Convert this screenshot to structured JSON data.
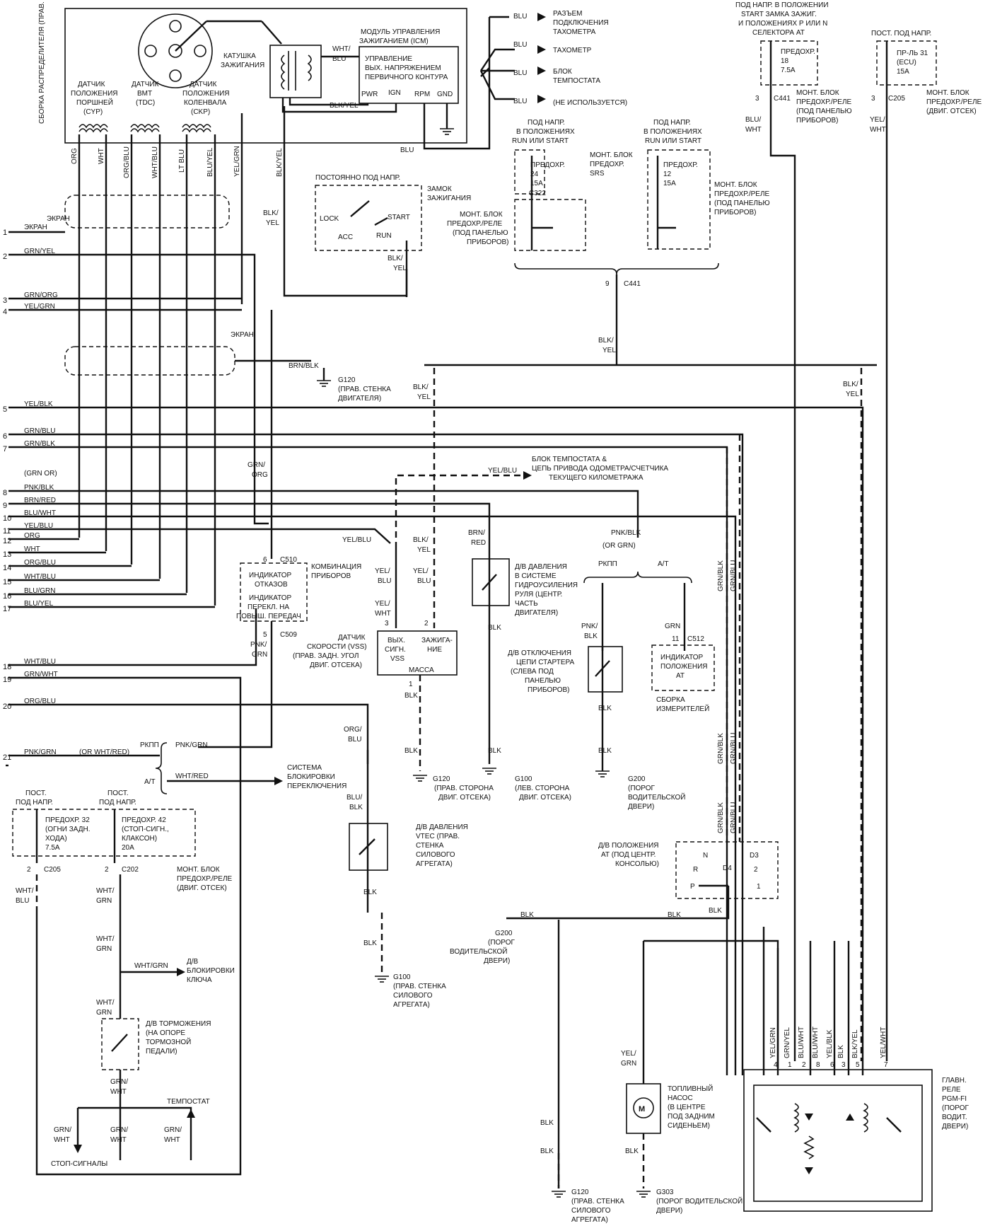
{
  "connectors": {
    "icm_module": "МОДУЛЬ УПРАВЛЕНИЯ ЗАЖИГАНИЕМ (ICM)",
    "icm_text": "УПРАВЛЕНИЕ ВЫХ. НАПРЯЖЕНИЕМ ПЕРВИЧНОГО КОНТУРА",
    "icm_pins": [
      "PWR",
      "IGN",
      "RPM",
      "GND"
    ],
    "distributor": "СБОРКА РАСПРЕДЕЛИТЕЛЯ (ПРАВ. СТЕНКА СИЛОВОГО АГРЕГАТА)",
    "coil": "КАТУШКА ЗАЖИГАНИЯ",
    "sensor_cyp": "ДАТЧИК ПОЛОЖЕНИЯ ПОРШНЕЙ (CYP)",
    "sensor_tdc": "ДАТЧИК ВМТ (TDC)",
    "sensor_ckp": "ДАТЧИК ПОЛОЖЕНИЯ КОЛЕНВАЛА (CKP)"
  },
  "left_pins": [
    {
      "num": "1",
      "label": "ЭКРАН"
    },
    {
      "num": "2",
      "label": "GRN/YEL"
    },
    {
      "num": "3",
      "label": "GRN/ORG"
    },
    {
      "num": "4",
      "label": "YEL/GRN"
    },
    {
      "num": "5",
      "label": "YEL/BLK"
    },
    {
      "num": "6",
      "label": "GRN/BLU"
    },
    {
      "num": "7",
      "label": "GRN/BLK"
    },
    {
      "num": "8",
      "label": "PNK/BLK"
    },
    {
      "num": "9",
      "label": "BRN/RED"
    },
    {
      "num": "10",
      "label": "BLU/WHT"
    },
    {
      "num": "11",
      "label": "YEL/BLU"
    },
    {
      "num": "12",
      "label": "ORG"
    },
    {
      "num": "13",
      "label": "WHT"
    },
    {
      "num": "14",
      "label": "ORG/BLU"
    },
    {
      "num": "15",
      "label": "WHT/BLU"
    },
    {
      "num": "16",
      "label": "BLU/GRN"
    },
    {
      "num": "17",
      "label": "BLU/YEL"
    },
    {
      "num": "18",
      "label": "WHT/BLU"
    },
    {
      "num": "19",
      "label": "GRN/WHT"
    },
    {
      "num": "20",
      "label": "ORG/BLU"
    },
    {
      "num": "21",
      "label": "PNK/GRN"
    }
  ],
  "pin8_alt": "(GRN OR)",
  "pin21_alt": "(OR WHT/RED)",
  "labels": {
    "tach_conn": "РАЗЪЕМ ПОДКЛЮЧЕНИЯ ТАХОМЕТРА",
    "tachometer": "ТАХОМЕТР",
    "thermostat_block": "БЛОК ТЕМПОСТАТА",
    "not_used": "(НЕ ИСПОЛЬЗУЕТСЯ)",
    "ign_switch": "ЗАМОК ЗАЖИГАНИЯ",
    "always_hot": "ПОСТОЯННО ПОД НАПР.",
    "sw_lock": "LOCK",
    "sw_acc": "ACC",
    "sw_start": "START",
    "sw_run": "RUN",
    "hot_run_start": "ПОД НАПР. В ПОЛОЖЕНИЯХ RUN ИЛИ START",
    "fuse24": "ПРЕДОХР. 24 15A",
    "fuse12": "ПРЕДОХР. 12 15A",
    "srs_block": "МОНТ. БЛОК ПРЕДОХР. SRS",
    "dash_block": "МОНТ. БЛОК ПРЕДОХР./РЕЛЕ (ПОД ПАНЕЛЬЮ ПРИБОРОВ)",
    "hot_start_pn": "ПОД НАПР. В ПОЛОЖЕНИИ START ЗАМКА ЗАЖИГ. И ПОЛОЖЕНИЯХ Р ИЛИ N СЕЛЕКТОРА АТ",
    "fuse18": "ПРЕДОХР. 18 7.5A",
    "always_hot2": "ПОСТ. ПОД НАПР.",
    "fuse31": "ПР-ЛЬ 31 (ECU) 15A",
    "eng_block": "МОНТ. БЛОК ПРЕДОХР./РЕЛЕ (ДВИГ. ОТСЕК)",
    "screen": "ЭКРАН",
    "g120": "G120 (ПРАВ. СТЕНКА ДВИГАТЕЛЯ)",
    "thermostat_odo": "БЛОК ТЕМПОСТАТА & ЦЕПЬ ПРИВОДА ОДОМЕТРА/СЧЕТЧИКА ТЕКУЩЕГО КИЛОМЕТРАЖА",
    "cluster": "КОМБИНАЦИЯ ПРИБОРОВ",
    "cluster_ind": "ИНДИКАТОР ОТКАЗОВ ИНДИКАТОР ПЕРЕКЛ. НА ПОВЫШ. ПЕРЕДАЧУ",
    "vss": "ДАТЧИК СКОРОСТИ (VSS) (ПРАВ. ЗАДН. УГОЛ ДВИГ. ОТСЕКА)",
    "vss_pins": "ВЫХ. СИГН. VSS / ЗАЖИГА-НИЕ / МАССА",
    "ps_switch": "Д/В ДАВЛЕНИЯ В СИСТЕМЕ ГИДРОУСИЛЕНИЯ РУЛЯ (ЦЕНТР. ЧАСТЬ ДВИГАТЕЛЯ)",
    "mt": "РКПП",
    "at": "А/Т",
    "starter_cut": "Д/В ОТКЛЮЧЕНИЯ ЦЕПИ СТАРТЕРА (СЛЕВА ПОД ПАНЕЛЬЮ ПРИБОРОВ)",
    "at_indicator": "ИНДИКАТОР ПОЛОЖЕНИЯ АТ",
    "gauge_assy": "СБОРКА ИЗМЕРИТЕЛЕЙ",
    "g120b": "G120 (ПРАВ. СТОРОНА ДВИГ. ОТСЕКА)",
    "g100": "G100 (ЛЕВ. СТОРОНА ДВИГ. ОТСЕКА)",
    "g200": "G200 (ПОРОГ ВОДИТЕЛЬСКОЙ ДВЕРИ)",
    "shift_lock": "СИСТЕМА БЛОКИРОВКИ ПЕРЕКЛЮЧЕНИЯ",
    "fuse32": "ПРЕДОХР. 32 (ОГНИ ЗАДН. ХОДА) 7.5A",
    "fuse42": "ПРЕДОХР. 42 (СТОП-СИГН., КЛАКСОН) 20A",
    "vtec": "Д/В ДАВЛЕНИЯ VTEC (ПРАВ. СТЕНКА СИЛОВОГО АГРЕГАТА)",
    "g100b": "G100 (ПРАВ. СТЕНКА СИЛОВОГО АГРЕГАТА)",
    "at_pos_switch": "Д/В ПОЛОЖЕНИЯ АТ (ПОД ЦЕНТР. КОНСОЛЬЮ)",
    "key_lock": "Д/В БЛОКИРОВКИ КЛЮЧА",
    "brake_switch": "Д/В ТОРМОЖЕНИЯ (НА ОПОРЕ ТОРМОЗНОЙ ПЕДАЛИ)",
    "stop_lights": "СТОП-СИГНАЛЫ",
    "tempostat": "ТЕМПОСТАТ",
    "fuel_pump": "ТОПЛИВНЫЙ НАСОС (В ЦЕНТРЕ ПОД ЗАДНИМ СИДЕНЬЕМ)",
    "main_relay": "ГЛАВН. РЕЛЕ PGM-FI (ПОРОГ ВОДИТ. ДВЕРИ)",
    "g120c": "G120 (ПРАВ. СТЕНКА СИЛОВОГО АГРЕГАТА)",
    "g303": "G303 (ПОРОГ ВОДИТЕЛЬСКОЙ ДВЕРИ)"
  },
  "relay_pins": [
    {
      "num": "4",
      "wire": "YEL/GRN"
    },
    {
      "num": "1",
      "wire": "GRN/YEL"
    },
    {
      "num": "2",
      "wire": "BLU/WHT"
    },
    {
      "num": "8",
      "wire": "BLU/WHT"
    },
    {
      "num": "6",
      "wire": "YEL/BLK"
    },
    {
      "num": "3",
      "wire": "BLK"
    },
    {
      "num": "5",
      "wire": "BLK/YEL"
    },
    {
      "num": "7",
      "wire": "YEL/WHT"
    }
  ],
  "connector_ids": [
    "C441",
    "C205",
    "C322",
    "C510",
    "C509",
    "C512",
    "C202"
  ]
}
